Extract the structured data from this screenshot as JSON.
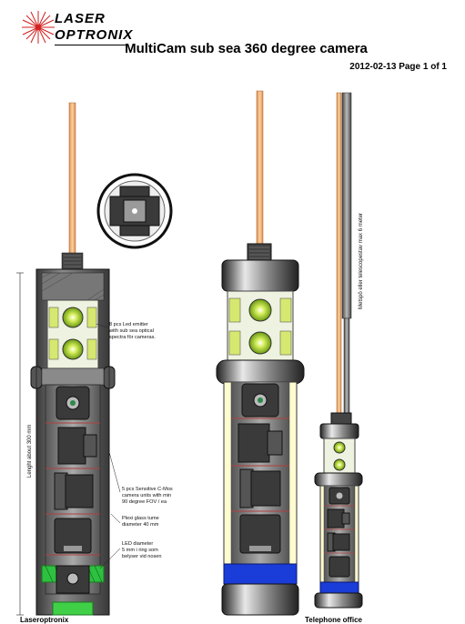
{
  "logo": {
    "line1": "LASER",
    "line2": "OPTRONIX"
  },
  "title": "MultiCam sub sea 360 degree camera",
  "dateline": "2012-02-13 Page 1 of 1",
  "annotations": {
    "led_emitter": [
      "8 pcs Led emitter",
      "with sub sea optical",
      "spectra för cameras."
    ],
    "cmos_units": [
      "5 pcs Sensitive C-Mos",
      "camera units with min",
      "90 degree FOV / ea"
    ],
    "plexi": [
      "Plexi glass tume",
      "diameter 40 mm"
    ],
    "led_diameter": [
      "LED diameter",
      "5 mm i ring som",
      "belyser vid nosen"
    ],
    "length": "Lenght about 300 mm",
    "pole": "Metspö eller telescopestav max 6 meter"
  },
  "bottom": {
    "left": "Laseroptronix",
    "right": "Telephone office"
  },
  "colors": {
    "accent_red": "#d21f1f",
    "rod": "#f0b070",
    "housing": "#6a6a6a",
    "led": "#c8e63c",
    "blue": "#1a3cd8",
    "green": "#3fd048"
  }
}
